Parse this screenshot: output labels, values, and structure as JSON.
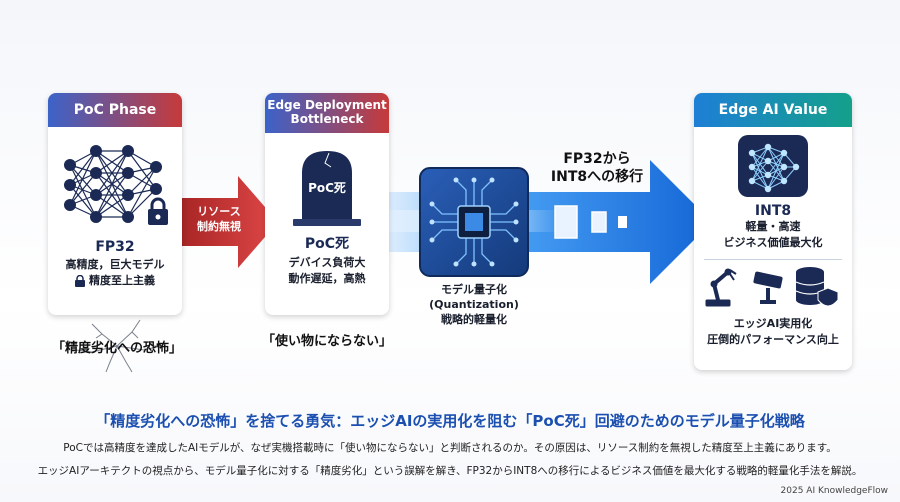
{
  "poc_card": {
    "header": "PoC Phase",
    "title": "FP32",
    "line1": "高精度，巨大モデル",
    "line2": "精度至上主義"
  },
  "arrow1_label": "リソース\n制約無視",
  "edge_card": {
    "header": "Edge Deployment\nBottleneck",
    "tombstone_text": "PoC死",
    "title": "PoC死",
    "line1": "デバイス負荷大",
    "line2": "動作遅延，高熱"
  },
  "chip_label": {
    "line1": "モデル量子化",
    "line2": "(Quantization)",
    "line3": "戦略的軽量化"
  },
  "arrow2_label": {
    "line1": "FP32から",
    "line2": "INT8への移行"
  },
  "value_card": {
    "header": "Edge AI Value",
    "title": "INT8",
    "line1": "軽量・高速",
    "line2": "ビジネス価値最大化",
    "bottom_line1": "エッジAI実用化",
    "bottom_line2": "圧倒的パフォーマンス向上"
  },
  "caption_left": "「精度劣化への恐怖」",
  "caption_mid": "「使い物にならない」",
  "headline": "「精度劣化への恐怖」を捨てる勇気：エッジAIの実用化を阻む「PoC死」回避のためのモデル量子化戦略",
  "body_line1": "PoCでは高精度を達成したAIモデルが、なぜ実機搭載時に「使い物にならない」と判断されるのか。その原因は、リソース制約を無視した精度至上主義にあります。",
  "body_line2": "エッジAIアーキテクトの視点から、モデル量子化に対する「精度劣化」という誤解を解き、FP32からINT8への移行によるビジネス価値を最大化する戦略的軽量化手法を解説。",
  "credit": "2025 AI KnowledgeFlow",
  "colors": {
    "red_arrow": "#c93a3a",
    "blue_arrow": "#1e78dc",
    "navy": "#1b2a55",
    "headline_blue": "#1b4fb0"
  }
}
